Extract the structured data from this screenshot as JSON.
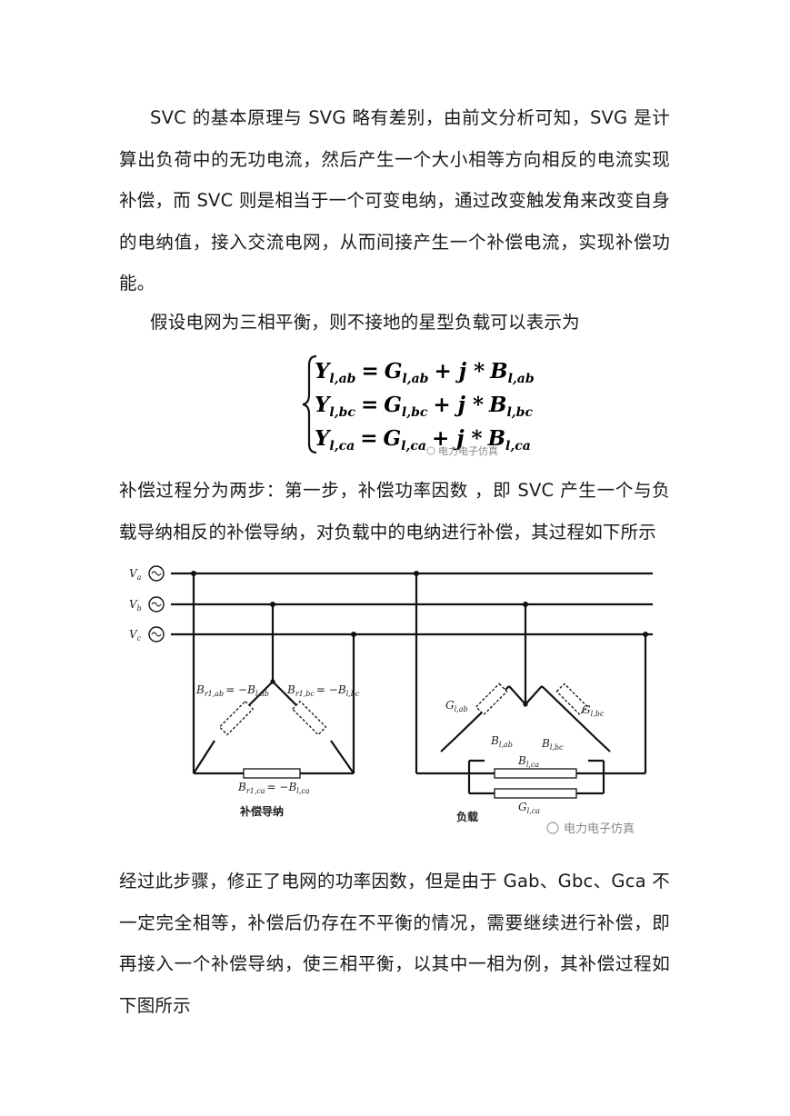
{
  "paragraphs": {
    "p1": "SVC 的基本原理与 SVG 略有差别，由前文分析可知，SVG 是计算出负荷中的无功电流，然后产生一个大小相等方向相反的电流实现补偿，而 SVC 则是相当于一个可变电纳，通过改变触发角来改变自身的电纳值，接入交流电网，从而间接产生一个补偿电流，实现补偿功能。",
    "p2": "假设电网为三相平衡，则不接地的星型负载可以表示为",
    "p3": "补偿过程分为两步：第一步，补偿功率因数 ，即 SVC 产生一个与负载导纳相反的补偿导纳，对负载中的电纳进行补偿，其过程如下所示",
    "p4": "经过此步骤，修正了电网的功率因数，但是由于 Gab、Gbc、Gca 不一定完全相等，补偿后仍存在不平衡的情况，需要继续进行补偿，即再接入一个补偿导纳，使三相平衡，以其中一相为例，其补偿过程如下图所示"
  },
  "formula": {
    "rows": [
      {
        "lhs": "Y",
        "lhs_sub": "l,ab",
        "g": "G",
        "g_sub": "l,ab",
        "b": "B",
        "b_sub": "l,ab"
      },
      {
        "lhs": "Y",
        "lhs_sub": "l,bc",
        "g": "G",
        "g_sub": "l,bc",
        "b": "B",
        "b_sub": "l,bc"
      },
      {
        "lhs": "Y",
        "lhs_sub": "l,ca",
        "g": "G",
        "g_sub": "l,ca",
        "b": "B",
        "b_sub": "l,ca"
      }
    ],
    "eq": "=",
    "plus_j": "+ j *",
    "watermark": "电力电子仿真"
  },
  "circuit": {
    "sources": [
      {
        "v": "V",
        "sub": "a"
      },
      {
        "v": "V",
        "sub": "b"
      },
      {
        "v": "V",
        "sub": "c"
      }
    ],
    "comp_labels": {
      "ab": {
        "main": "B",
        "sub": "r1,ab",
        "rhs": "= −B",
        "rhs_sub": "l,ab"
      },
      "bc": {
        "main": "B",
        "sub": "r1,bc",
        "rhs": "= −B",
        "rhs_sub": "l,bc"
      },
      "ca": {
        "main": "B",
        "sub": "r1,ca",
        "rhs": "= −B",
        "rhs_sub": "l,ca"
      }
    },
    "comp_caption": "补偿导纳",
    "load_labels": {
      "g_ab": {
        "main": "G",
        "sub": "l,ab"
      },
      "g_bc": {
        "main": "G",
        "sub": "l,bc"
      },
      "b_ab": {
        "main": "B",
        "sub": "l,ab"
      },
      "b_bc": {
        "main": "B",
        "sub": "l,bc"
      },
      "b_ca": {
        "main": "B",
        "sub": "l,ca"
      },
      "g_ca": {
        "main": "G",
        "sub": "l,ca"
      }
    },
    "load_caption": "负载",
    "watermark": "电力电子仿真"
  }
}
